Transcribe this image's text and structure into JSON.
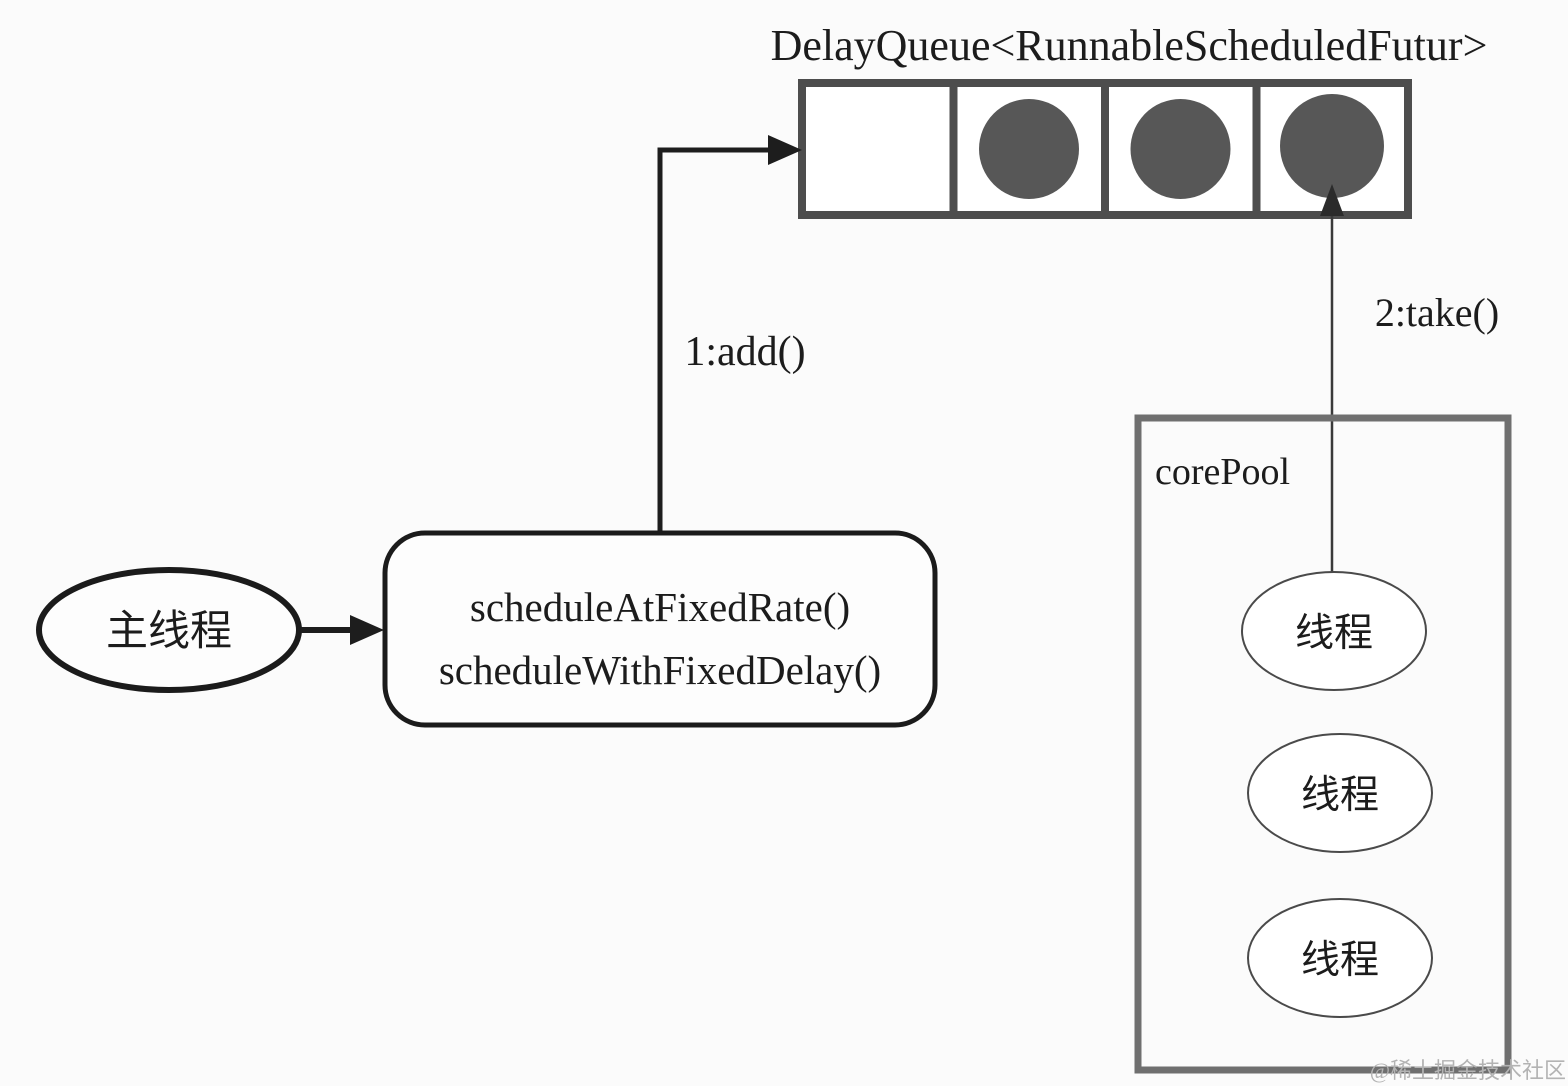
{
  "diagram": {
    "title": "DelayQueue<RunnableScheduledFutur>",
    "main_thread": {
      "label": "主线程"
    },
    "scheduler": {
      "line1": "scheduleAtFixedRate()",
      "line2": "scheduleWithFixedDelay()"
    },
    "queue": {
      "cell_count": 4,
      "filled": [
        false,
        true,
        true,
        true
      ]
    },
    "edges": {
      "add_label": "1:add()",
      "take_label": "2:take()"
    },
    "core_pool": {
      "label": "corePool",
      "threads": [
        {
          "label": "线程"
        },
        {
          "label": "线程"
        },
        {
          "label": "线程"
        }
      ]
    },
    "watermark": "@稀土掘金技术社区",
    "colors": {
      "ink": "#1c1c1c",
      "queue_border": "#4d4d4d",
      "queue_item": "#575757",
      "pool_border": "#6f6f6f",
      "thread_border": "#4a4a4a",
      "watermark": "#b3b3b3"
    }
  }
}
